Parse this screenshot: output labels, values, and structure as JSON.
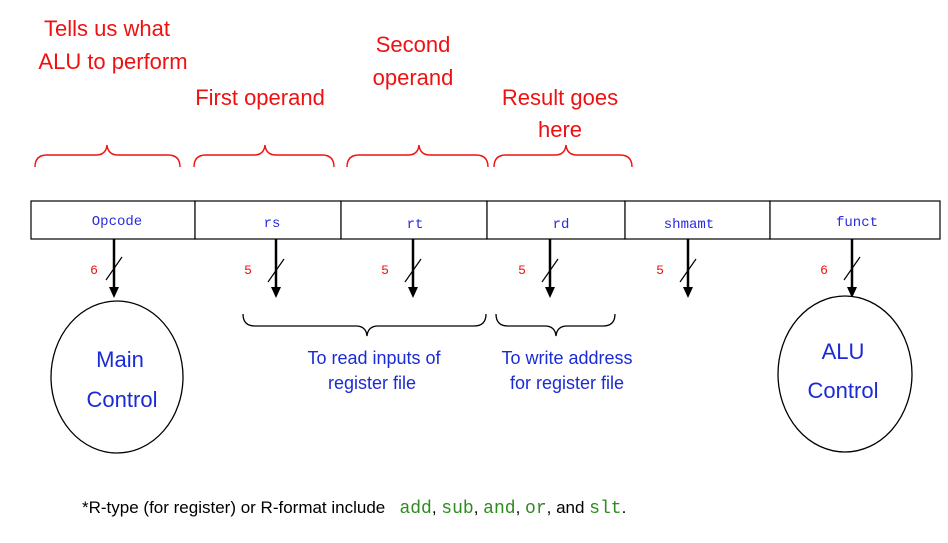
{
  "annotations": {
    "opcode_note": [
      "Tells us what",
      "ALU to perform"
    ],
    "rs_note": [
      "First operand"
    ],
    "rt_note": [
      "Second",
      "operand"
    ],
    "rd_note": [
      "Result goes",
      "here"
    ]
  },
  "fields": [
    {
      "name": "Opcode",
      "bits": "6"
    },
    {
      "name": "rs",
      "bits": "5"
    },
    {
      "name": "rt",
      "bits": "5"
    },
    {
      "name": "rd",
      "bits": "5"
    },
    {
      "name": "shmamt",
      "bits": "5"
    },
    {
      "name": "funct",
      "bits": "6"
    }
  ],
  "groups": {
    "read": [
      "To read inputs of",
      "register file"
    ],
    "write": [
      "To write address",
      "for register file"
    ]
  },
  "controls": {
    "main": [
      "Main",
      "Control"
    ],
    "alu": [
      "ALU",
      "Control"
    ]
  },
  "footnote": {
    "prefix": "*R-type (for register) or R-format include",
    "instructions": [
      "add",
      "sub",
      "and",
      "or",
      "slt"
    ],
    "sep1": ", ",
    "sep2": ", ",
    "sep3": ", ",
    "sep4": ", and ",
    "suffix": "."
  },
  "colors": {
    "annotation": "#ee1111",
    "description": "#1a2bd6",
    "field_text": "#2a2ae0",
    "instruction": "#2e8b1e"
  }
}
